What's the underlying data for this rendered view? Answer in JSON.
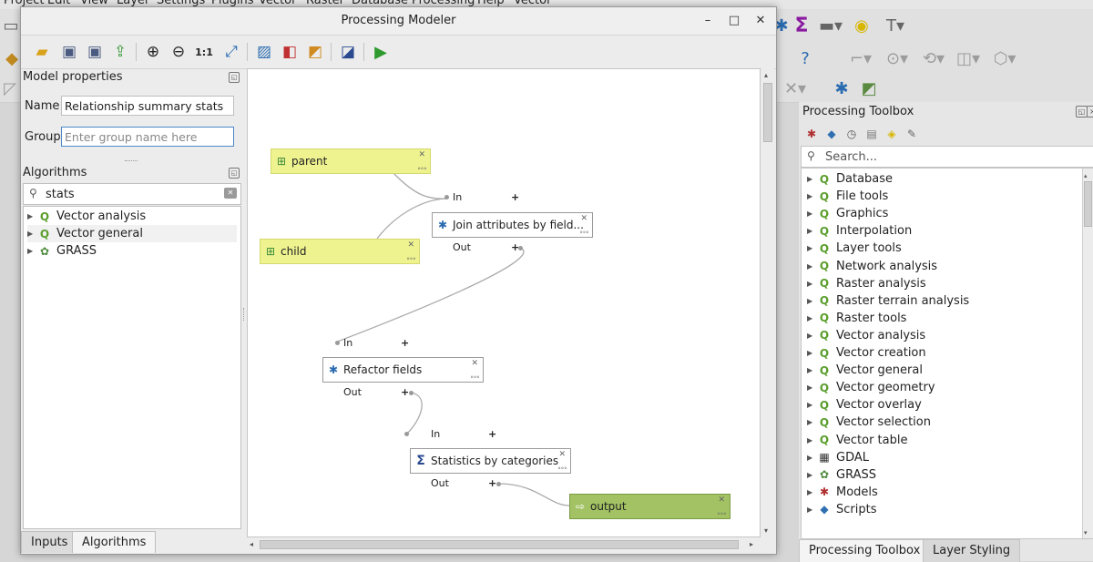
{
  "menubar": [
    "Project",
    "Edit",
    "View",
    "Layer",
    "Settings",
    "Plugins",
    "Vector",
    "Raster",
    "Database",
    "Processing",
    "Help",
    "Vector"
  ],
  "modeler": {
    "title": "Processing Modeler",
    "model_properties_label": "Model properties",
    "name_label": "Name",
    "name_value": "Relationship summary stats",
    "group_label": "Group",
    "group_placeholder": "Enter group name here",
    "algorithms_label": "Algorithms",
    "algorithm_search_value": "stats",
    "algorithm_tree": [
      {
        "label": "Vector analysis",
        "icon": "qgis-icon"
      },
      {
        "label": "Vector general",
        "icon": "qgis-icon"
      },
      {
        "label": "GRASS",
        "icon": "grass-icon"
      }
    ],
    "tabs": [
      "Inputs",
      "Algorithms"
    ],
    "active_tab": "Algorithms",
    "canvas": {
      "nodes": {
        "parent": {
          "label": "parent",
          "kind": "input"
        },
        "child": {
          "label": "child",
          "kind": "input"
        },
        "join": {
          "label": "Join attributes by field...",
          "kind": "algorithm",
          "in_label": "In",
          "out_label": "Out"
        },
        "refactor": {
          "label": "Refactor fields",
          "kind": "algorithm",
          "in_label": "In",
          "out_label": "Out"
        },
        "stats": {
          "label": "Statistics by categories",
          "kind": "algorithm",
          "in_label": "In",
          "out_label": "Out"
        },
        "output": {
          "label": "output",
          "kind": "output"
        }
      }
    }
  },
  "toolbox": {
    "title": "Processing Toolbox",
    "search_placeholder": "Search...",
    "items": [
      {
        "label": "Database",
        "icon": "qgis-icon"
      },
      {
        "label": "File tools",
        "icon": "qgis-icon"
      },
      {
        "label": "Graphics",
        "icon": "qgis-icon"
      },
      {
        "label": "Interpolation",
        "icon": "qgis-icon"
      },
      {
        "label": "Layer tools",
        "icon": "qgis-icon"
      },
      {
        "label": "Network analysis",
        "icon": "qgis-icon"
      },
      {
        "label": "Raster analysis",
        "icon": "qgis-icon"
      },
      {
        "label": "Raster terrain analysis",
        "icon": "qgis-icon"
      },
      {
        "label": "Raster tools",
        "icon": "qgis-icon"
      },
      {
        "label": "Vector analysis",
        "icon": "qgis-icon"
      },
      {
        "label": "Vector creation",
        "icon": "qgis-icon"
      },
      {
        "label": "Vector general",
        "icon": "qgis-icon"
      },
      {
        "label": "Vector geometry",
        "icon": "qgis-icon"
      },
      {
        "label": "Vector overlay",
        "icon": "qgis-icon"
      },
      {
        "label": "Vector selection",
        "icon": "qgis-icon"
      },
      {
        "label": "Vector table",
        "icon": "qgis-icon"
      },
      {
        "label": "GDAL",
        "icon": "gdal-icon"
      },
      {
        "label": "GRASS",
        "icon": "grass-icon"
      },
      {
        "label": "Models",
        "icon": "models-icon"
      },
      {
        "label": "Scripts",
        "icon": "python-icon"
      }
    ],
    "tabs": [
      "Processing Toolbox",
      "Layer Styling"
    ],
    "active_tab": "Processing Toolbox"
  },
  "colors": {
    "input_node": "#eef38f",
    "output_node": "#a2c263",
    "qgis_green": "#5b9e2d"
  }
}
